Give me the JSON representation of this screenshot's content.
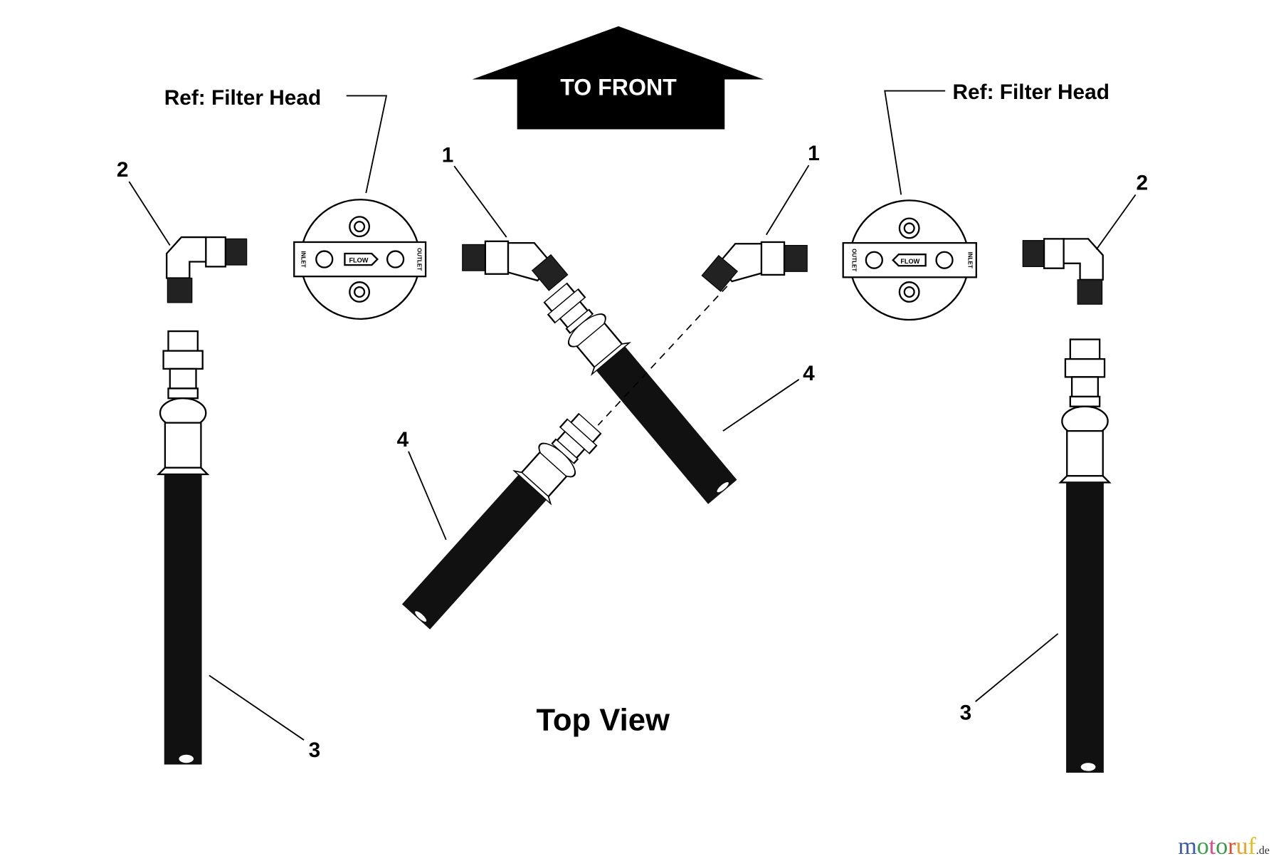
{
  "arrow": {
    "label": "TO FRONT"
  },
  "refs": {
    "left": "Ref: Filter Head",
    "right": "Ref: Filter Head"
  },
  "filter_head": {
    "inlet": "INLET",
    "outlet": "OUTLET",
    "flow": "FLOW"
  },
  "callouts": {
    "c1a": "1",
    "c1b": "1",
    "c2a": "2",
    "c2b": "2",
    "c3a": "3",
    "c3b": "3",
    "c4a": "4",
    "c4b": "4"
  },
  "view_title": "Top View",
  "watermark": {
    "text": "motoruf",
    "suffix": ".de",
    "colors": [
      "#3a5db0",
      "#3aa04a",
      "#e04a8a",
      "#3a9a4a",
      "#e0502a",
      "#f0a020",
      "#e0c020"
    ]
  }
}
